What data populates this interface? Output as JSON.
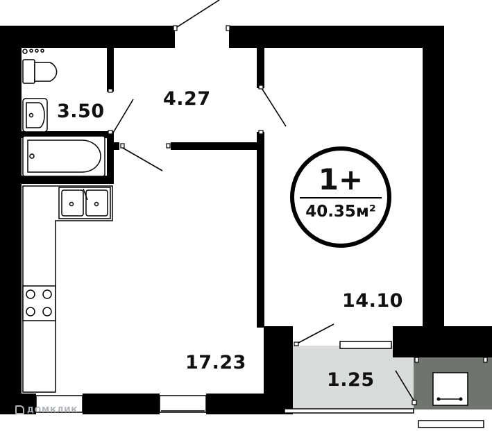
{
  "plan": {
    "rooms": [
      {
        "id": "hall",
        "area": "4.27"
      },
      {
        "id": "bathroom",
        "area": "3.50"
      },
      {
        "id": "living-room",
        "area": "14.10"
      },
      {
        "id": "kitchen",
        "area": "17.23"
      },
      {
        "id": "balcony",
        "area": "1.25"
      }
    ],
    "badge": {
      "rooms": "1+",
      "area": "40.35м²"
    },
    "watermark": "ДОМКЛИК",
    "colors": {
      "wall": "#000000",
      "balcony_fill": "#d9dcda",
      "shaft_fill": "#6f746f",
      "floor": "#ffffff",
      "watermark": "#aeb2b6"
    }
  }
}
